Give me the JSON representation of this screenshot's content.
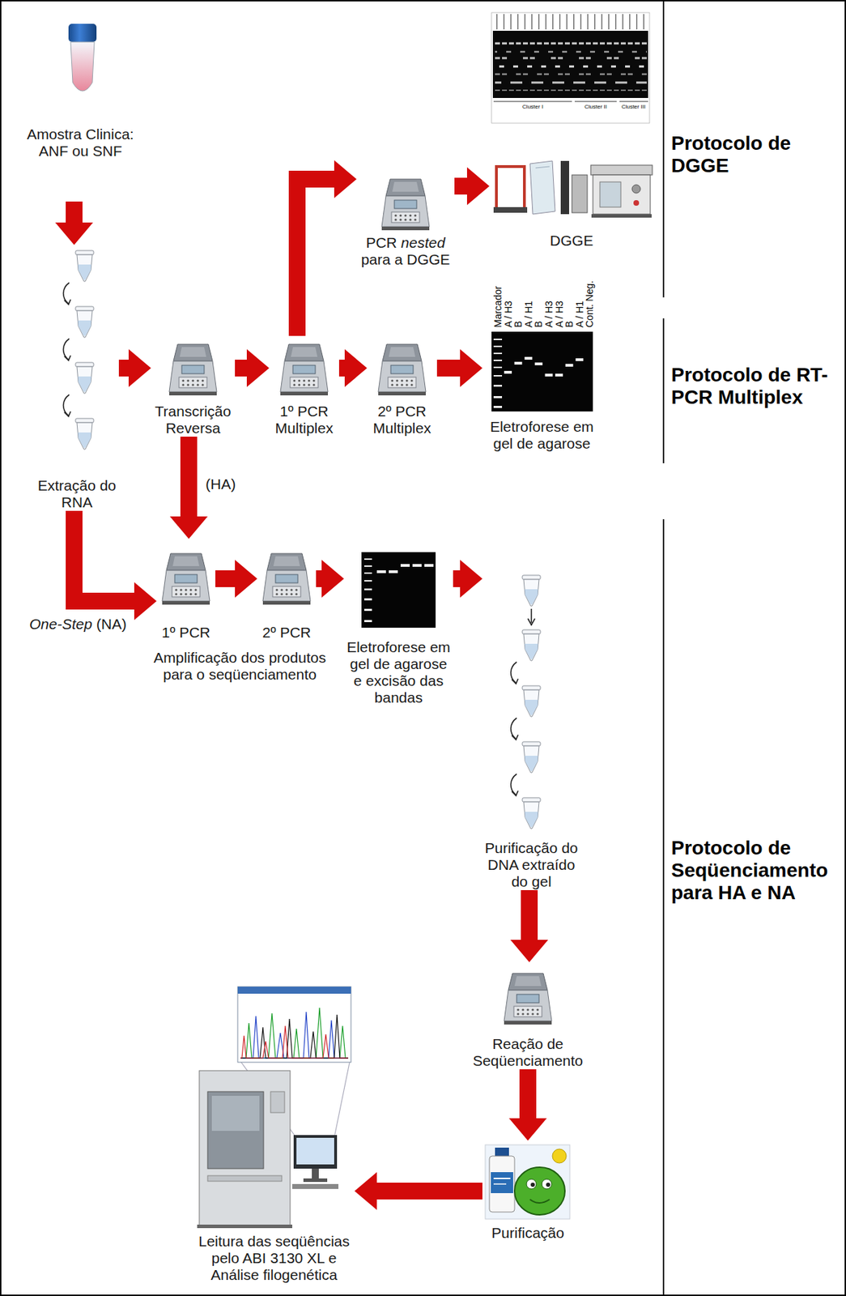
{
  "diagram": {
    "nodes": [
      {
        "text": [
          "Amostra Clinica: ANF ou SNF"
        ]
      },
      {
        "text": [
          "Extração do RNA"
        ]
      },
      {
        "text": [
          "Transcrição Reversa"
        ]
      },
      {
        "text": [
          "1º PCR Multiplex"
        ]
      },
      {
        "text": [
          "2º PCR Multiplex"
        ]
      },
      {
        "text": [
          "Eletroforese em gel de agarose"
        ]
      },
      {
        "text": [
          "PCR nested para a DGGE"
        ]
      },
      {
        "text": [
          "DGGE"
        ]
      },
      {
        "text": [
          "1º PCR"
        ]
      },
      {
        "text": [
          "2º PCR"
        ]
      },
      {
        "text": [
          "Eletroforese em gel de agarose e excisão das bandas"
        ]
      },
      {
        "text": [
          "Purificação do DNA extraído do gel"
        ]
      },
      {
        "text": [
          "Reação de Seqüenciamento"
        ]
      },
      {
        "text": [
          "Purificação"
        ]
      },
      {
        "text": [
          "Leitura das seqüências pelo ABI 3130 XL e Análise filogenética"
        ]
      }
    ],
    "edges": [
      {
        "from": 0,
        "to": 1,
        "arrow": "to"
      },
      {
        "from": 1,
        "to": 2,
        "arrow": "to"
      },
      {
        "from": 2,
        "to": 3,
        "arrow": "to"
      },
      {
        "from": 3,
        "to": 4,
        "arrow": "to"
      },
      {
        "from": 4,
        "to": 5,
        "arrow": "to"
      },
      {
        "from": 3,
        "to": 6,
        "arrow": "to"
      },
      {
        "from": 6,
        "to": 7,
        "arrow": "to"
      },
      {
        "from": 2,
        "to": 8,
        "label": "(HA)",
        "arrow": "to"
      },
      {
        "from": 1,
        "to": 8,
        "label": "One-Step (NA)",
        "arrow": "to"
      },
      {
        "from": 8,
        "to": 9,
        "arrow": "to"
      },
      {
        "from": 9,
        "to": 10,
        "arrow": "to"
      },
      {
        "from": 10,
        "to": 11,
        "arrow": "to"
      },
      {
        "from": 11,
        "to": 12,
        "arrow": "to"
      },
      {
        "from": 12,
        "to": 13,
        "arrow": "to"
      },
      {
        "from": 13,
        "to": 14,
        "arrow": "to"
      }
    ],
    "labels": [
      "Protocolo de DGGE",
      "Protocolo de RT-PCR Multiplex",
      "Protocolo de Seqüenciamento para HA e NA",
      "Amplificação dos produtos para o seqüenciamento",
      "Marcador",
      "A / H3",
      "B",
      "A / H1",
      "B",
      "A / H3",
      "A / H3",
      "B",
      "A / H1",
      "Cont. Neg.",
      "Cluster I",
      "Cluster II",
      "Cluster III"
    ]
  }
}
